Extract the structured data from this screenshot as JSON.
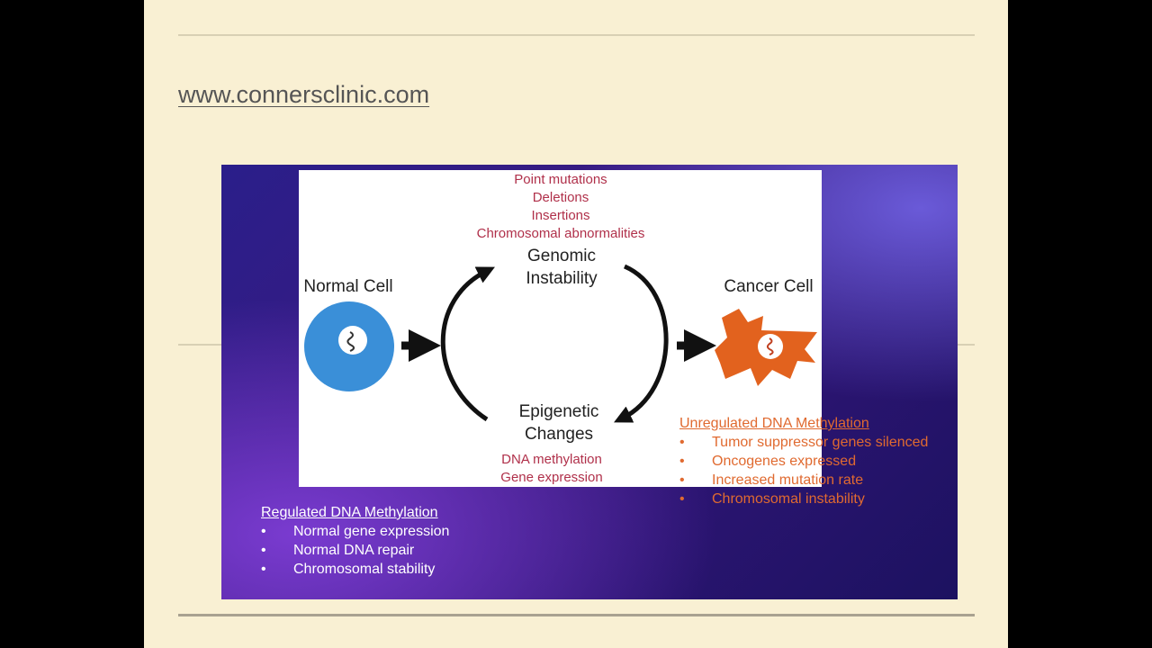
{
  "slide": {
    "url": "www.connersclinic.com"
  },
  "figure": {
    "genomic_causes": [
      "Point mutations",
      "Deletions",
      "Insertions",
      "Chromosomal abnormalities"
    ],
    "genomic_label": [
      "Genomic",
      "Instability"
    ],
    "epigenetic_label": [
      "Epigenetic",
      "Changes"
    ],
    "epigenetic_causes": [
      "DNA methylation",
      "Gene expression"
    ],
    "normal_cell": "Normal Cell",
    "cancer_cell": "Cancer Cell",
    "regulated": {
      "title": "Regulated DNA Methylation",
      "items": [
        "Normal gene expression",
        "Normal DNA repair",
        "Chromosomal stability"
      ]
    },
    "unregulated": {
      "title": "Unregulated DNA Methylation",
      "items": [
        "Tumor suppressor genes silenced",
        "Oncogenes expressed",
        "Increased mutation rate",
        "Chromosomal instability"
      ]
    },
    "bullet": "•",
    "colors": {
      "normal": "#3a8fd8",
      "cancer": "#e2621e",
      "cause_text": "#b0304a"
    }
  }
}
